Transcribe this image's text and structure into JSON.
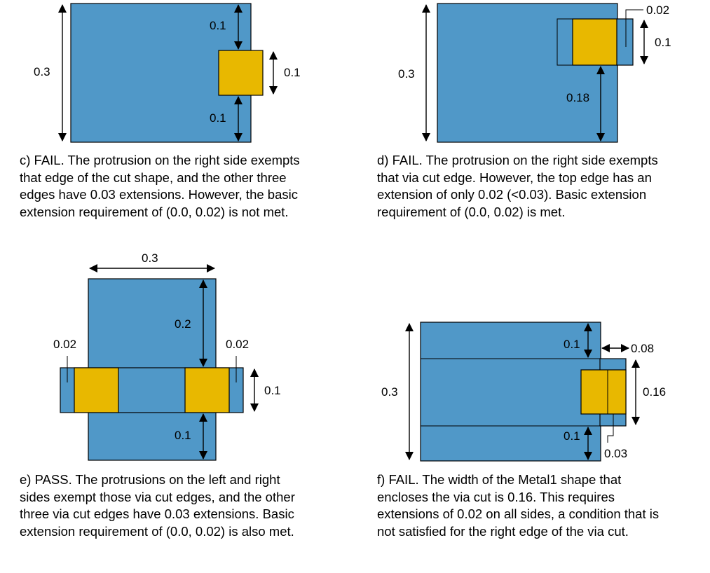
{
  "panel_c": {
    "labels": {
      "top_gap": "0.1",
      "height": "0.3",
      "via_h": "0.1",
      "bottom_gap": "0.1"
    },
    "caption": [
      "c) FAIL. The protrusion on the right side exempts",
      "that edge of the cut shape, and the other three",
      "edges have 0.03 extensions. However, the basic",
      "extension requirement of (0.0, 0.02) is not met."
    ]
  },
  "panel_d": {
    "labels": {
      "top_ext": "0.02",
      "via_h": "0.1",
      "height": "0.3",
      "bottom_gap": "0.18"
    },
    "caption": [
      "d) FAIL. The protrusion on the right side exempts",
      "that via cut edge. However, the top edge has an",
      "extension of only 0.02 (<0.03). Basic extension",
      "requirement of (0.0, 0.02) is met."
    ]
  },
  "panel_e": {
    "labels": {
      "width": "0.3",
      "top_gap": "0.2",
      "left_ext": "0.02",
      "right_ext": "0.02",
      "via_h": "0.1",
      "bottom_gap": "0.1"
    },
    "caption": [
      "e) PASS. The protrusions on the left and right",
      "sides exempt those via cut edges, and the other",
      "three via cut edges have 0.03 extensions. Basic",
      "extension requirement of (0.0, 0.02) is also met."
    ]
  },
  "panel_f": {
    "labels": {
      "height": "0.3",
      "top_gap": "0.1",
      "right_ext": "0.08",
      "via_h": "0.16",
      "bottom_gap": "0.1",
      "side_ext": "0.03"
    },
    "caption": [
      "f) FAIL. The width of the Metal1 shape that",
      "encloses the via cut is 0.16. This requires",
      "extensions of 0.02 on all sides, a condition that is",
      "not satisfied for the right edge of the via cut."
    ]
  }
}
